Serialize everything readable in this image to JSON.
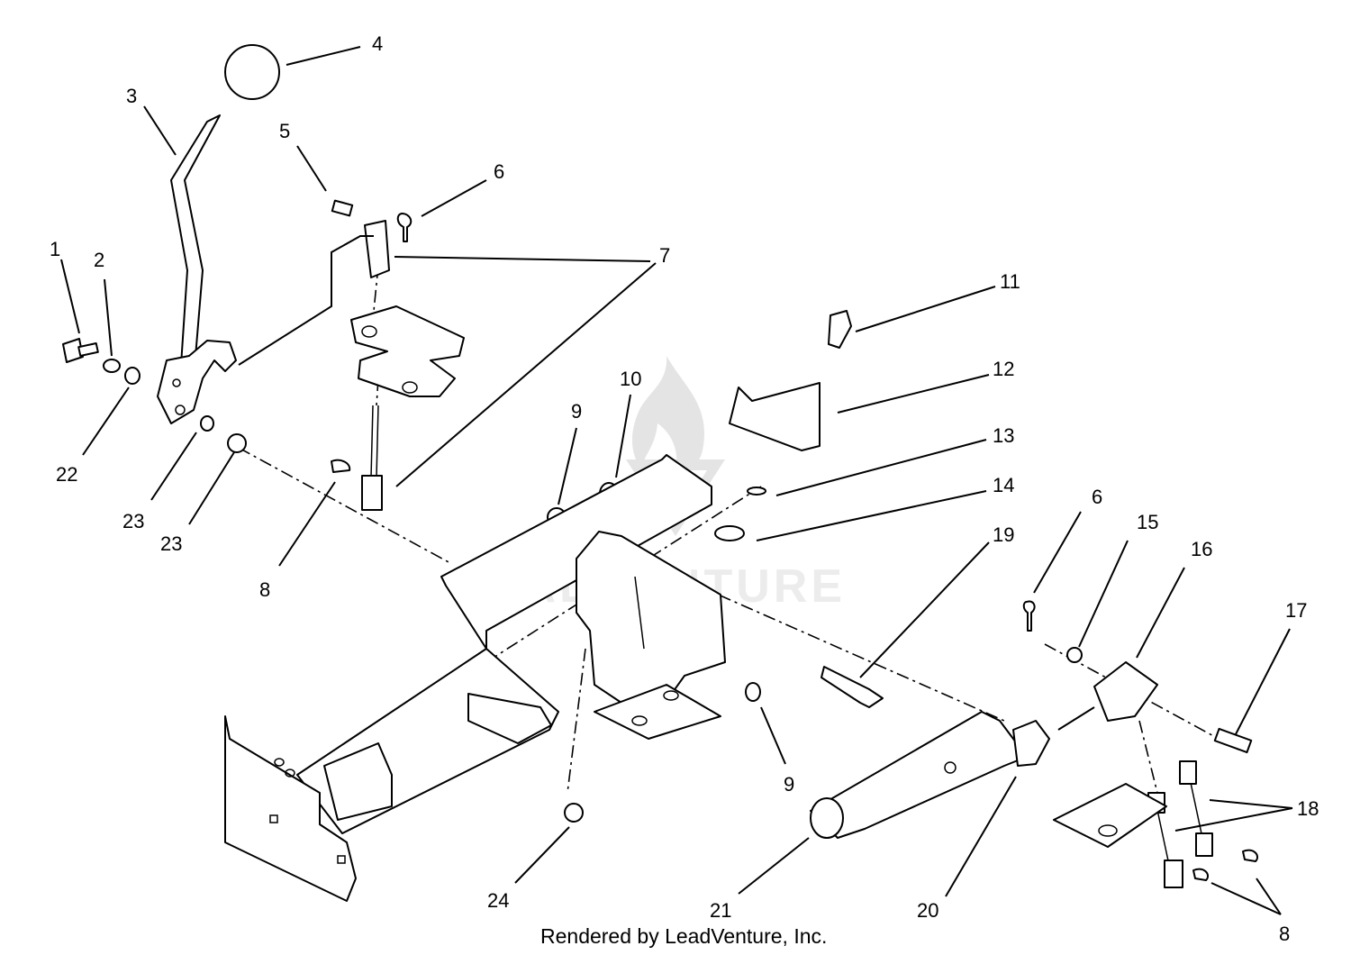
{
  "watermark": {
    "text": "LEADVENTURE"
  },
  "footer": {
    "credit": "Rendered by LeadVenture, Inc."
  },
  "callouts": [
    {
      "id": "c1",
      "label": "1"
    },
    {
      "id": "c2",
      "label": "2"
    },
    {
      "id": "c3",
      "label": "3"
    },
    {
      "id": "c4",
      "label": "4"
    },
    {
      "id": "c5",
      "label": "5"
    },
    {
      "id": "c6a",
      "label": "6"
    },
    {
      "id": "c6b",
      "label": "6"
    },
    {
      "id": "c7",
      "label": "7"
    },
    {
      "id": "c8a",
      "label": "8"
    },
    {
      "id": "c8b",
      "label": "8"
    },
    {
      "id": "c9a",
      "label": "9"
    },
    {
      "id": "c9b",
      "label": "9"
    },
    {
      "id": "c10",
      "label": "10"
    },
    {
      "id": "c11",
      "label": "11"
    },
    {
      "id": "c12",
      "label": "12"
    },
    {
      "id": "c13",
      "label": "13"
    },
    {
      "id": "c14",
      "label": "14"
    },
    {
      "id": "c15",
      "label": "15"
    },
    {
      "id": "c16",
      "label": "16"
    },
    {
      "id": "c17",
      "label": "17"
    },
    {
      "id": "c18",
      "label": "18"
    },
    {
      "id": "c19",
      "label": "19"
    },
    {
      "id": "c20",
      "label": "20"
    },
    {
      "id": "c21",
      "label": "21"
    },
    {
      "id": "c22",
      "label": "22"
    },
    {
      "id": "c23a",
      "label": "23"
    },
    {
      "id": "c23b",
      "label": "23"
    },
    {
      "id": "c24",
      "label": "24"
    }
  ]
}
